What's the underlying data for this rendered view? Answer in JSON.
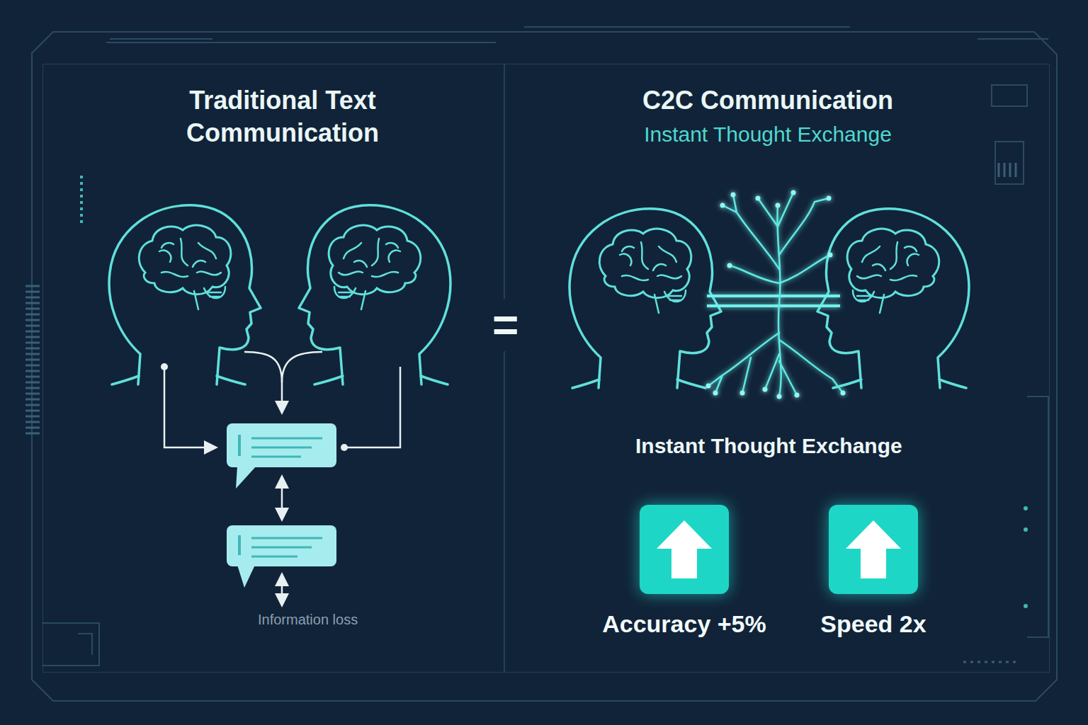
{
  "diagram": {
    "nodes": [
      {
        "text": [
          "Traditional Text Communication"
        ]
      },
      {
        "text": [
          "C2C Communication",
          "Instant Thought Exchange"
        ]
      },
      {
        "text": [
          "Accuracy +5%"
        ],
        "in": 1
      },
      {
        "text": [
          "Speed 2x"
        ],
        "in": 1
      }
    ],
    "labels": [
      "Information loss",
      "Instant Thought Exchange",
      "="
    ]
  }
}
